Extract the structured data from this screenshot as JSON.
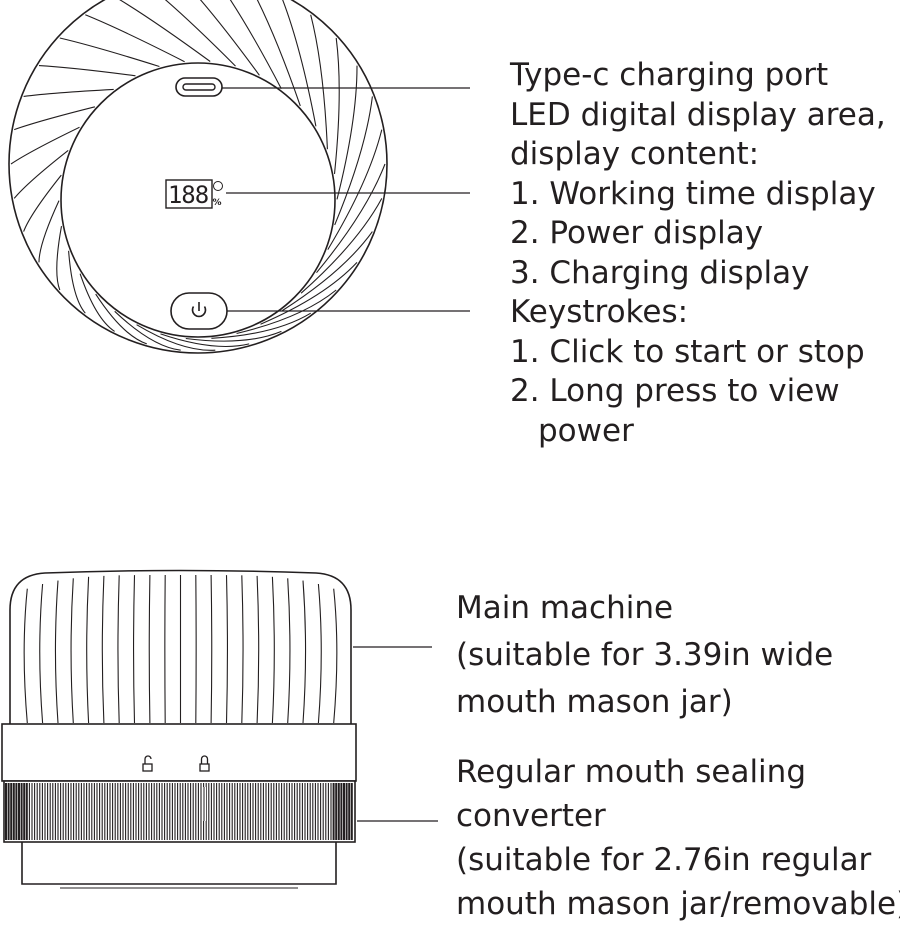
{
  "top_view": {
    "display_digits": "188",
    "display_unit": "%",
    "labels": {
      "port": "Type-c charging port",
      "display_title_1": "LED digital display area,",
      "display_title_2": "display content:",
      "display_item_1": "1. Working time display",
      "display_item_2": "2. Power display",
      "display_item_3": "3. Charging display",
      "keys_title": "Keystrokes:",
      "keys_item_1": "1. Click to start or stop",
      "keys_item_2a": "2. Long press to view",
      "keys_item_2b": "power"
    }
  },
  "side_view": {
    "labels": {
      "main_1": "Main machine",
      "main_2": "(suitable for 3.39in  wide",
      "main_3": "mouth mason jar)",
      "conv_1": "Regular mouth sealing",
      "conv_2": "converter",
      "conv_3": "(suitable for 2.76in regular",
      "conv_4": "mouth mason jar/removable)"
    }
  },
  "colors": {
    "line": "#231f20",
    "background": "#ffffff"
  }
}
